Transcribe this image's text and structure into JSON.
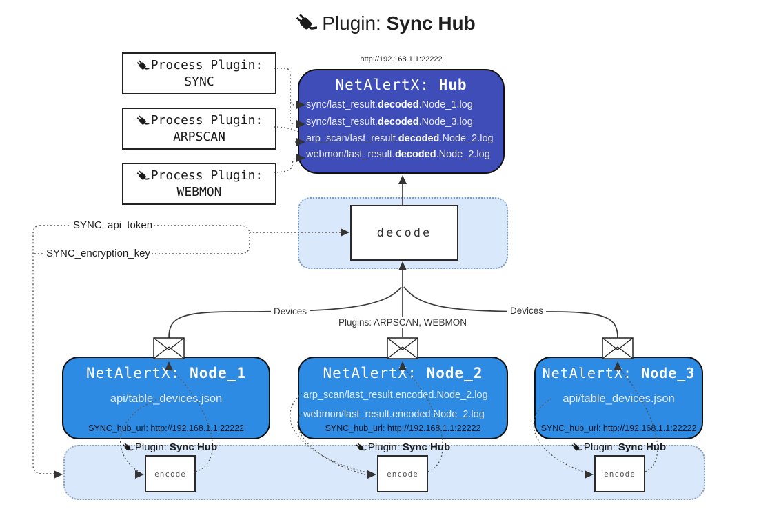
{
  "title": {
    "prefix": "Plugin: ",
    "bold": "Sync Hub"
  },
  "process_plugins": [
    {
      "label": "Process Plugin:",
      "name": "SYNC"
    },
    {
      "label": "Process Plugin:",
      "name": "ARPSCAN"
    },
    {
      "label": "Process Plugin:",
      "name": "WEBMON"
    }
  ],
  "hub": {
    "url": "http://192.168.1.1:22222",
    "title_prefix": "NetAlertX: ",
    "title_bold": "Hub",
    "lines": [
      {
        "pre": "sync/last_result.",
        "bold": "decoded",
        "post": ".Node_1.log"
      },
      {
        "pre": "sync/last_result.",
        "bold": "decoded",
        "post": ".Node_3.log"
      },
      {
        "pre": "arp_scan/last_result.",
        "bold": "decoded",
        "post": ".Node_2.log"
      },
      {
        "pre": "webmon/last_result.",
        "bold": "decoded",
        "post": ".Node_2.log"
      }
    ]
  },
  "decode_label": "decode",
  "settings": {
    "api_token": "SYNC_api_token",
    "encryption_key": "SYNC_encryption_key"
  },
  "edge_labels": {
    "left": "Devices",
    "center": "Plugins: ARPSCAN, WEBMON",
    "right": "Devices"
  },
  "nodes": [
    {
      "title_prefix": "NetAlertX: ",
      "title_bold": "Node_1",
      "files": [
        "api/table_devices.json"
      ],
      "hub_url": "SYNC_hub_url: http://192.168.1.1:22222"
    },
    {
      "title_prefix": "NetAlertX: ",
      "title_bold": "Node_2",
      "files": [
        "arp_scan/last_result.encoded.Node_2.log",
        "webmon/last_result.encoded.Node_2.log"
      ],
      "hub_url": "SYNC_hub_url: http://192.168.1.1:22222"
    },
    {
      "title_prefix": "NetAlertX: ",
      "title_bold": "Node_3",
      "files": [
        "api/table_devices.json"
      ],
      "hub_url": "SYNC_hub_url: http://192.168.1.1:22222"
    }
  ],
  "encoders": [
    {
      "label_prefix": "Plugin: ",
      "label_bold": "Sync Hub",
      "box_label": "encode"
    },
    {
      "label_prefix": "Plugin: ",
      "label_bold": "Sync Hub",
      "box_label": "encode"
    },
    {
      "label_prefix": "Plugin: ",
      "label_bold": "Sync Hub",
      "box_label": "encode"
    }
  ],
  "colors": {
    "hub_fill": "#3e4db8",
    "node_fill": "#2e8be4",
    "panel_fill": "#d9e8fa",
    "panel_border": "#7d9dc2",
    "solid_line": "#3b3b3b",
    "dotted_line": "#555555"
  }
}
